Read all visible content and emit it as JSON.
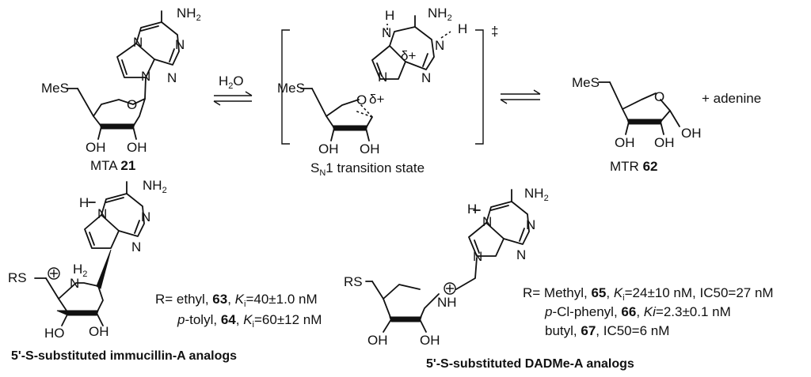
{
  "reaction": {
    "reagent": "H2O",
    "reactant": {
      "name": "MTA",
      "number": "21"
    },
    "transition_state": {
      "caption_prefix": "S",
      "caption_subscript": "N",
      "caption_suffix": "1 transition state",
      "dagger": "‡",
      "delta_ring": "δ+",
      "delta_oxygen": "δ+"
    },
    "product": {
      "name": "MTR",
      "number": "62",
      "coproduct": "+ adenine"
    }
  },
  "atoms": {
    "NH2": "NH2",
    "N": "N",
    "H": "H",
    "O": "O",
    "OH": "OH",
    "HO": "HO",
    "MeS": "MeS",
    "RS": "RS",
    "H2": "H2",
    "NH": "NH"
  },
  "analog_immucillin": {
    "caption": "5'-S-substituted immucillin-A analogs",
    "line1": {
      "prefix": "R= ethyl, ",
      "num": "63",
      "sep": ", ",
      "k": "K",
      "ksub": "i",
      "value": "=40±1.0 nM"
    },
    "line2": {
      "prefix": "p",
      "mid": "-tolyl, ",
      "num": "64",
      "sep": ", ",
      "k": "K",
      "ksub": "i",
      "value": "=60±12 nM"
    }
  },
  "analog_dadme": {
    "caption": "5'-S-substituted DADMe-A analogs",
    "line1": {
      "prefix": "R= Methyl, ",
      "num": "65",
      "sep": ", ",
      "k": "K",
      "ksub": "i",
      "value": "=24±10 nM, IC50=27 nM"
    },
    "line2": {
      "prefix": "p",
      "mid": "-Cl-phenyl, ",
      "num": "66",
      "sep": ", ",
      "k": "Ki",
      "value": "=2.3±0.1 nM"
    },
    "line3": {
      "prefix": "butyl, ",
      "num": "67",
      "value": ", IC50=6 nM"
    }
  }
}
